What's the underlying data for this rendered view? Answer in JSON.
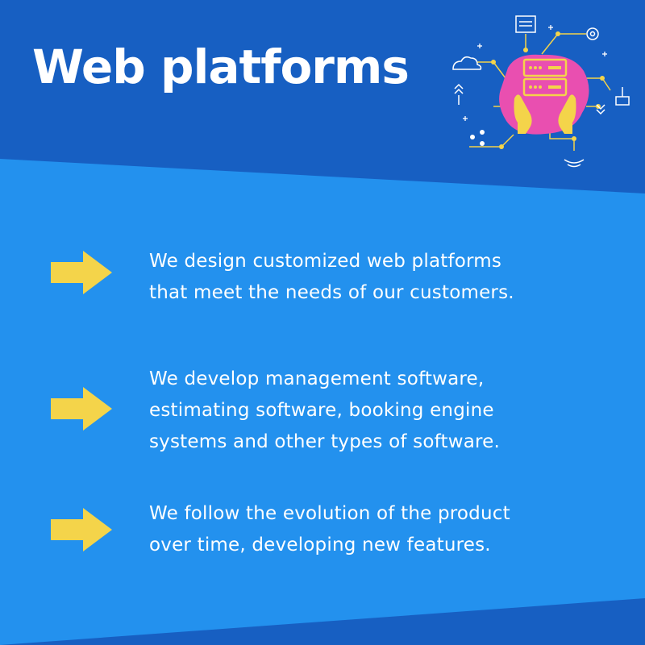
{
  "header": {
    "title": "Web platforms",
    "illustration_icon": "server-in-hands-network-icon"
  },
  "bullets": [
    {
      "icon": "right-arrow-icon",
      "lines": [
        "We design customized web platforms",
        "that meet the needs of our customers."
      ]
    },
    {
      "icon": "right-arrow-icon",
      "lines": [
        "We develop management software,",
        "estimating software, booking engine",
        "systems and other types of software."
      ]
    },
    {
      "icon": "right-arrow-icon",
      "lines": [
        "We follow the evolution of the product",
        "over time, developing new features."
      ]
    }
  ],
  "colors": {
    "background_dark": "#175fc2",
    "background_light": "#2391ee",
    "arrow": "#f4d44a",
    "text": "#ffffff",
    "illustration_magenta": "#e94fb0",
    "illustration_yellow": "#f4d44a"
  }
}
